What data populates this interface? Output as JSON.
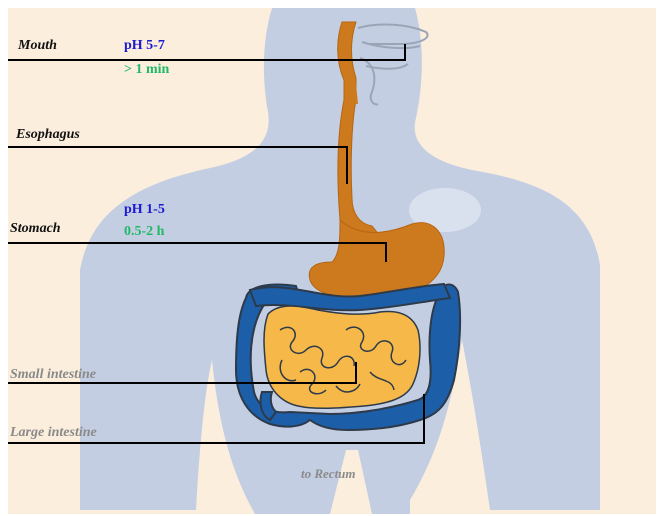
{
  "labels": {
    "mouth": "Mouth",
    "esophagus": "Esophagus",
    "stomach": "Stomach",
    "small_intestine": "Small intestine",
    "large_intestine": "Large intestine",
    "to_rectum": "to Rectum"
  },
  "mouth_info": {
    "ph": "pH 5-7",
    "time": "> 1 min"
  },
  "stomach_info": {
    "ph": "pH 1-5",
    "time": "0.5-2 h"
  },
  "colors": {
    "background": "#fbeedd",
    "body_silhouette": "#c4cee3",
    "esophagus_stomach": "#cd7a1e",
    "small_intestine": "#f6b848",
    "large_intestine": "#1c5ea8",
    "outline": "#2d3a4a",
    "ph_text": "#1a1ad0",
    "time_text": "#22b868",
    "organ_text_dark": "#111111",
    "organ_text_grey": "#8a8a8a"
  }
}
